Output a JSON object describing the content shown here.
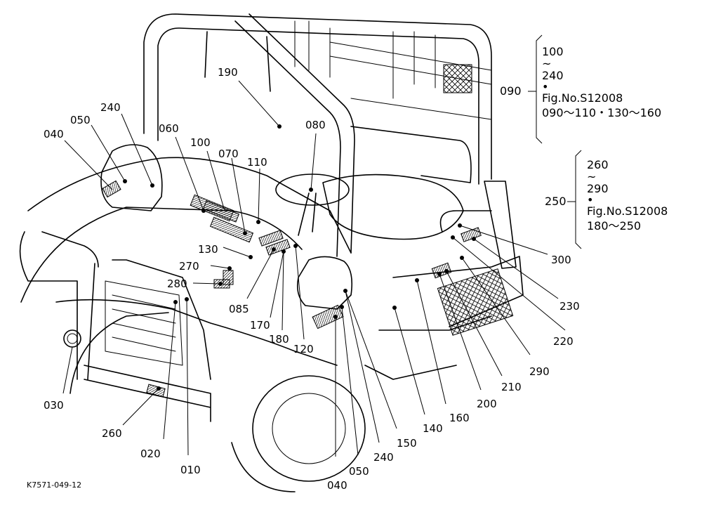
{
  "drawing_code": "K7571-049-12",
  "callouts": {
    "c190": "190",
    "c240a": "240",
    "c050a": "050",
    "c040a": "040",
    "c060": "060",
    "c100": "100",
    "c070": "070",
    "c110": "110",
    "c080": "080",
    "c130": "130",
    "c270": "270",
    "c280": "280",
    "c085": "085",
    "c170": "170",
    "c180": "180",
    "c120": "120",
    "c030": "030",
    "c260": "260",
    "c020": "020",
    "c010": "010",
    "c040b": "040",
    "c050b": "050",
    "c240b": "240",
    "c150": "150",
    "c140": "140",
    "c160": "160",
    "c200": "200",
    "c210": "210",
    "c290": "290",
    "c220": "220",
    "c230": "230",
    "c300": "300"
  },
  "notes": [
    {
      "key": "090",
      "lines": [
        "100",
        "~",
        "240",
        "•",
        "Fig.No.S12008",
        "090～110・130～160"
      ]
    },
    {
      "key": "250",
      "lines": [
        "260",
        "~",
        "290",
        "•",
        "Fig.No.S12008",
        "180～250"
      ]
    }
  ]
}
